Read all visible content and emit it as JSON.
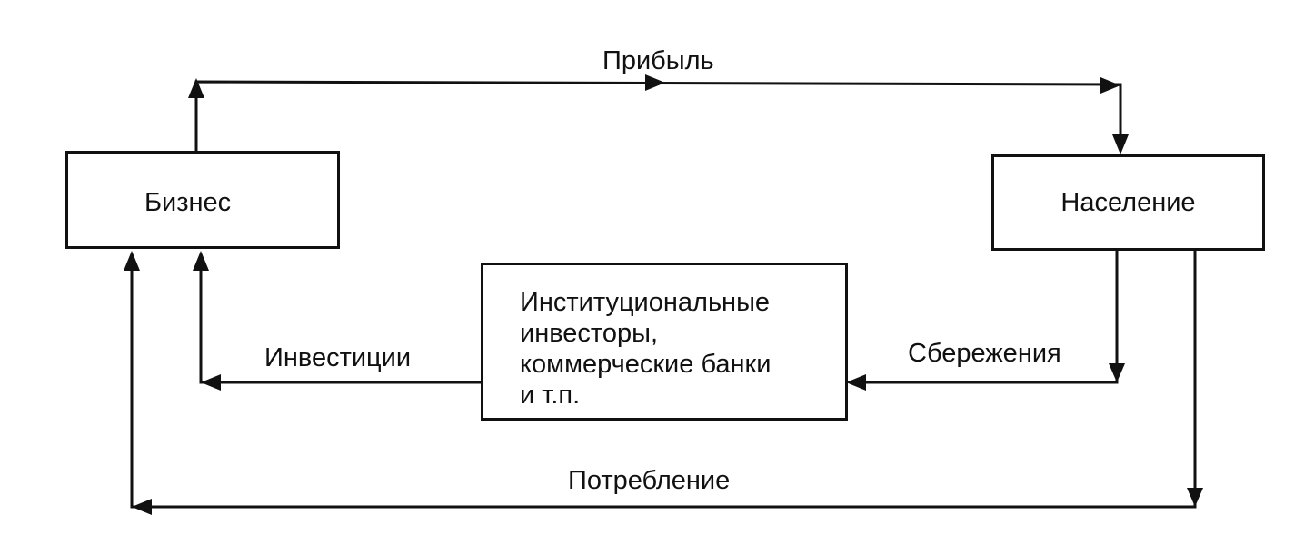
{
  "nodes": {
    "business": "Бизнес",
    "population": "Население",
    "institutions": [
      "Институциональные",
      "инвесторы,",
      "коммерческие банки",
      "и т.п."
    ]
  },
  "flows": {
    "profit": "Прибыль",
    "investments": "Инвестиции",
    "savings": "Сбережения",
    "consumption": "Потребление"
  },
  "colors": {
    "line": "#111111",
    "background": "#ffffff"
  }
}
